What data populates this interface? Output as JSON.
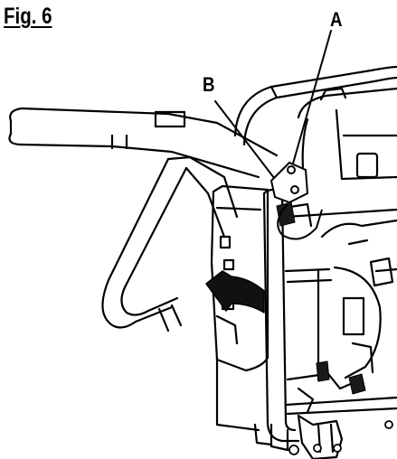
{
  "figure": {
    "title": "Fig. 6",
    "callouts": {
      "a": "A",
      "b": "B"
    }
  },
  "colors": {
    "line": "#000000",
    "fill_light": "#ffffff",
    "fill_dark": "#1a1a1a",
    "arrow": "#111111"
  }
}
